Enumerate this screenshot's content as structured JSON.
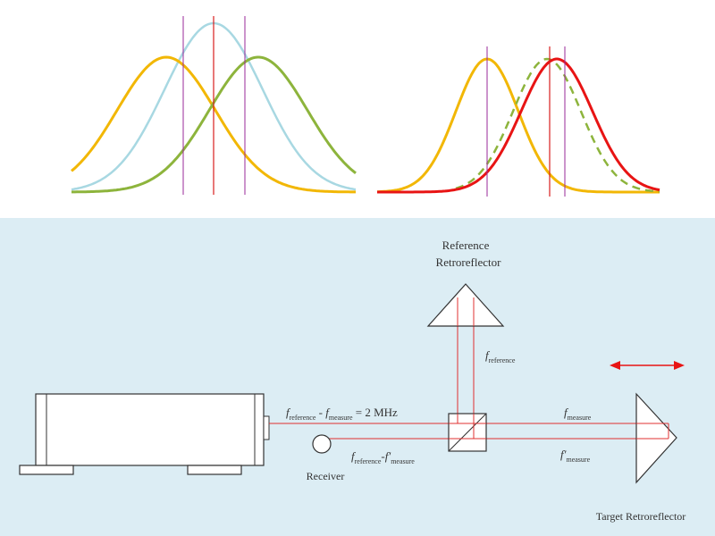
{
  "colors": {
    "bottom_background": "#dcedf4",
    "beam": "#e03030",
    "orange_curve": "#f2b705",
    "blue_curve": "#a8d8e2",
    "green_curve": "#8db43c",
    "red_curve": "#e81414",
    "purple_line": "#9a2a9a",
    "marker_red": "#d81e1e",
    "device_stroke": "#333333",
    "motion_arrow": "#e81414"
  },
  "labels": {
    "reference_retroreflector_line1": "Reference",
    "reference_retroreflector_line2": "Retroreflector",
    "f_reference_symbol": "f",
    "f_reference_sub": "reference",
    "beat_symbol_1": "f",
    "beat_sub_1": "reference",
    "beat_minus": " - ",
    "beat_symbol_2": "f",
    "beat_sub_2": "measure",
    "beat_value": " = 2 MHz",
    "bottom_symbol_1": "f",
    "bottom_sub_1": "reference",
    "bottom_minus": "-",
    "bottom_symbol_2": "f′",
    "bottom_sub_2": "measure",
    "f_measure_symbol": "f",
    "f_measure_sub": "measure",
    "f_prime_measure_symbol": "f′",
    "f_prime_measure_sub": "measure",
    "receiver": "Receiver",
    "target_retroreflector": "Target Retroreflector"
  },
  "icons": {
    "laser_head": "laser-head-icon",
    "beam_splitter": "beam-splitter-icon",
    "receiver": "receiver-icon",
    "reference_prism": "reference-prism-icon",
    "target_prism": "target-prism-icon",
    "motion_arrow": "double-headed-arrow-icon"
  }
}
